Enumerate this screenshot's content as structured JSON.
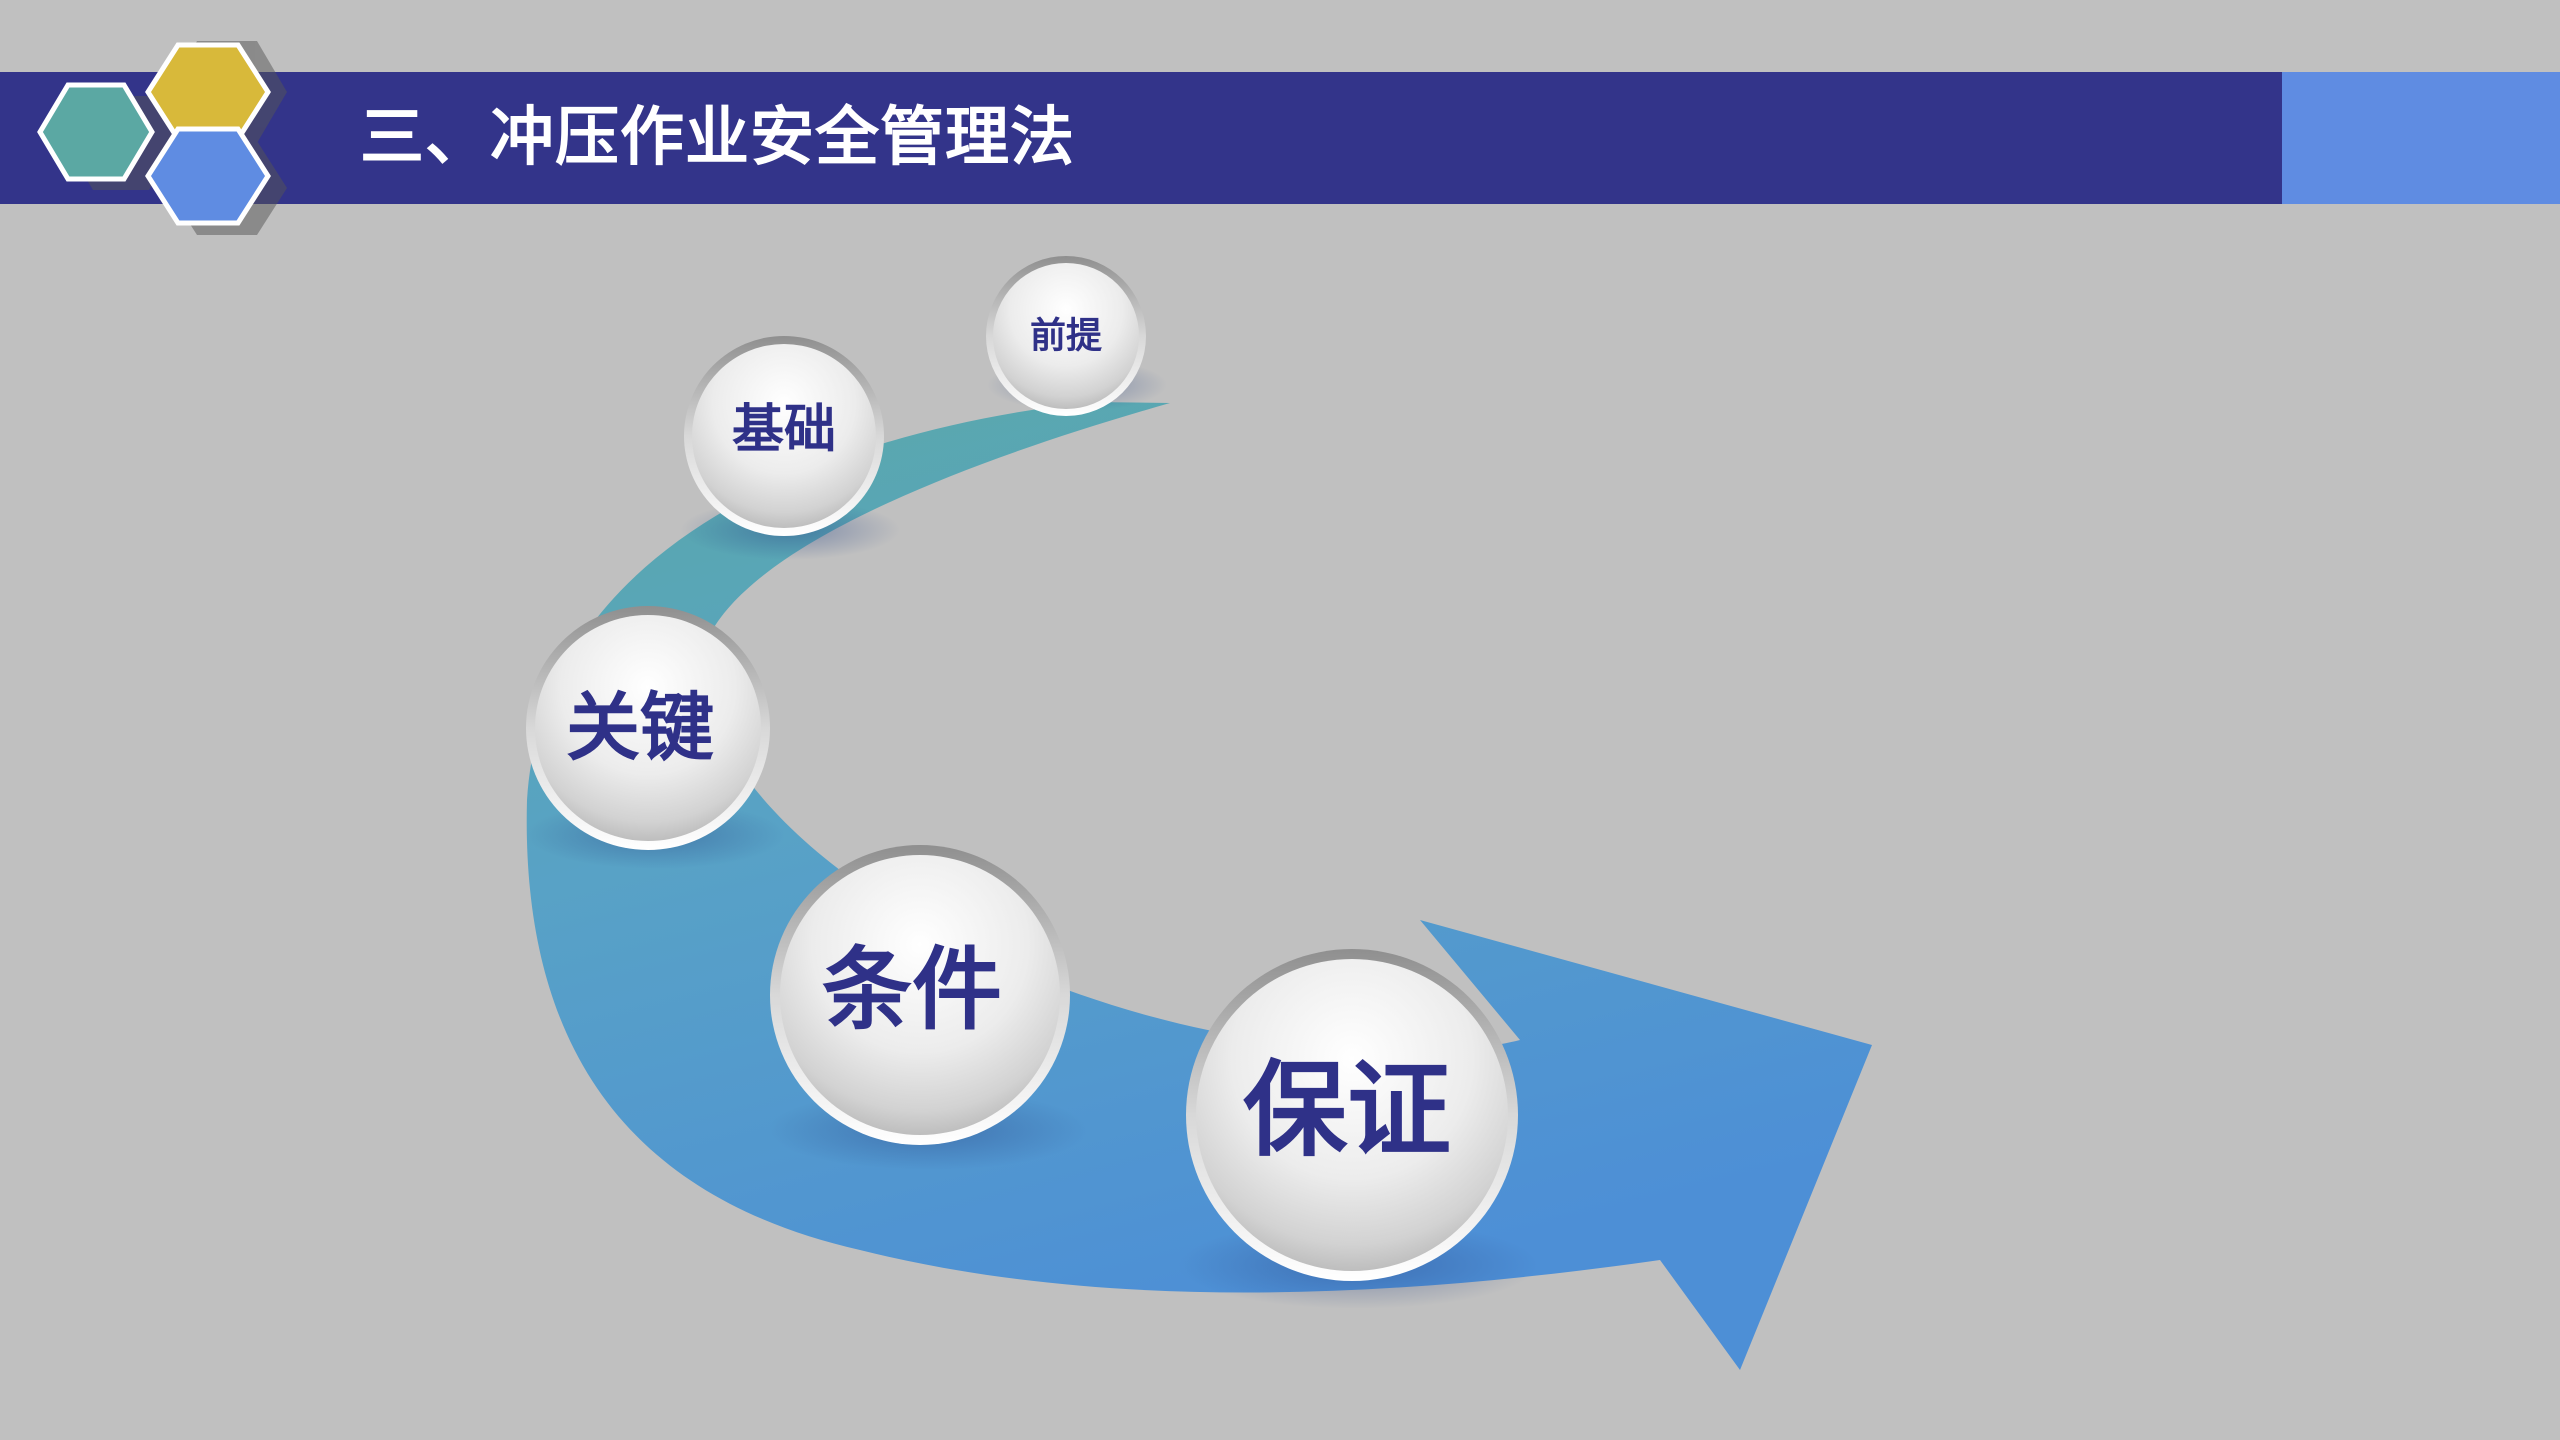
{
  "header": {
    "title": "三、冲压作业安全管理法"
  },
  "colors": {
    "title_bar": "#33348a",
    "title_accent": "#5f8ce2",
    "hex_yellow": "#d8b93a",
    "hex_teal": "#5ba8a3",
    "hex_blue": "#5f8ce2",
    "arrow_teal": "#5aa9a8",
    "arrow_blue": "#5394d4",
    "label_text": "#2f3188",
    "background": "#c0c0c0"
  },
  "steps": [
    {
      "label": "前提"
    },
    {
      "label": "基础"
    },
    {
      "label": "关键"
    },
    {
      "label": "条件"
    },
    {
      "label": "保证"
    }
  ]
}
